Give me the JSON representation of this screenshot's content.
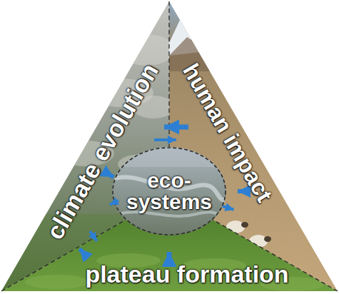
{
  "diagram": {
    "nodes": [
      {
        "text": [
          "climate evolution"
        ]
      },
      {
        "text": [
          "human impact"
        ]
      },
      {
        "text": [
          "plateau formation"
        ]
      },
      {
        "text": [
          "eco- systems"
        ]
      }
    ],
    "edges": [
      {
        "from": 1,
        "to": 0,
        "arrow": "to"
      },
      {
        "from": 0,
        "to": 1,
        "arrow": "to"
      },
      {
        "from": 0,
        "to": 3,
        "arrow": "to"
      },
      {
        "from": 3,
        "to": 0,
        "arrow": "to"
      },
      {
        "from": 1,
        "to": 3,
        "arrow": "to"
      },
      {
        "from": 3,
        "to": 1,
        "arrow": "to"
      },
      {
        "from": 2,
        "to": 3,
        "arrow": "to"
      },
      {
        "from": 2,
        "to": 0,
        "arrow": "to"
      },
      {
        "from": 0,
        "to": 2,
        "arrow": "to"
      }
    ]
  }
}
